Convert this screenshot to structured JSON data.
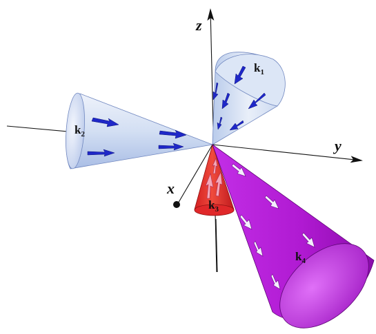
{
  "axes": {
    "x_label": "x",
    "y_label": "y",
    "z_label": "z"
  },
  "cones": [
    {
      "id": "k1",
      "base": "k",
      "sub": "1",
      "color": "light-blue",
      "arrow_direction": "toward-origin"
    },
    {
      "id": "k2",
      "base": "k",
      "sub": "2",
      "color": "light-blue",
      "arrow_direction": "toward-origin"
    },
    {
      "id": "k3",
      "base": "k",
      "sub": "3",
      "color": "red",
      "arrow_direction": "away-from-origin"
    },
    {
      "id": "k4",
      "base": "k",
      "sub": "4",
      "color": "purple",
      "arrow_direction": "away-from-origin"
    }
  ],
  "colors": {
    "axis": "#111111",
    "cone_blue_light": "#eef2fb",
    "cone_blue_mid": "#c7d6f0",
    "cone_blue_dark": "#9fb4df",
    "arrow_blue": "#1f28c8",
    "cone_red": "#e0282a",
    "cone_red_dark": "#b81818",
    "arrow_pink": "#f4a8b8",
    "cone_purple": "#b21ed4",
    "cone_purple_light": "#d255f0",
    "cone_purple_dark": "#8a10a8",
    "arrow_white": "#f4eefc"
  }
}
